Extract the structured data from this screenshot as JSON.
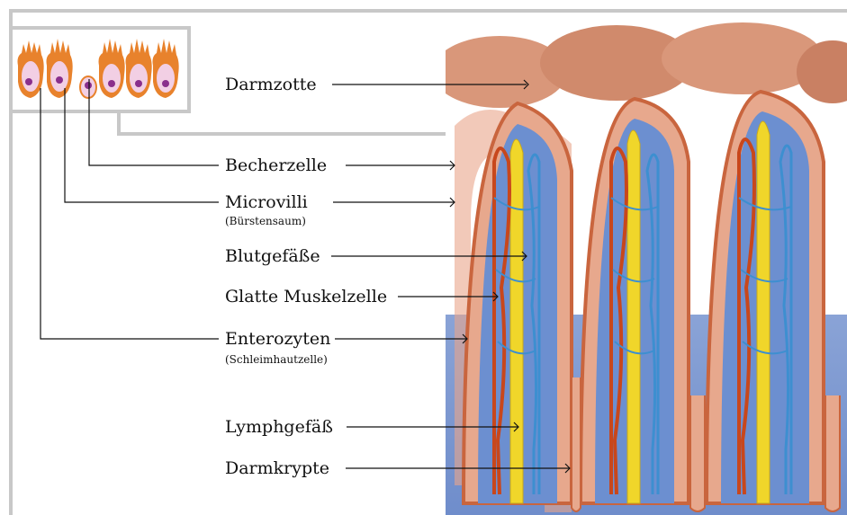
{
  "labels": {
    "darmzotte": "Darmzotte",
    "becherzelle": "Becherzelle",
    "microvilli": "Microvilli",
    "microvilli_sub": "(Bürstensaum)",
    "blutgefaesse": "Blutgefäße",
    "glatte_muskelzelle": "Glatte Muskelzelle",
    "enterozyten": "Enterozyten",
    "enterozyten_sub": "(Schleimhautzelle)",
    "lymphgefaess": "Lymphgefäß",
    "darmkrypte": "Darmkrypte"
  },
  "colors": {
    "frame": "#c8c8c8",
    "leader": "#111111",
    "tissue": "#d98a5e",
    "tissue_light": "#f0b89a",
    "lamina": "#5b7fc4",
    "artery": "#c8471c",
    "vein": "#3d8fd0",
    "lymph": "#f0d62a",
    "cell_body": "#f2cfe4",
    "nucleus": "#8a2f8c",
    "microvilli": "#e8822c"
  }
}
